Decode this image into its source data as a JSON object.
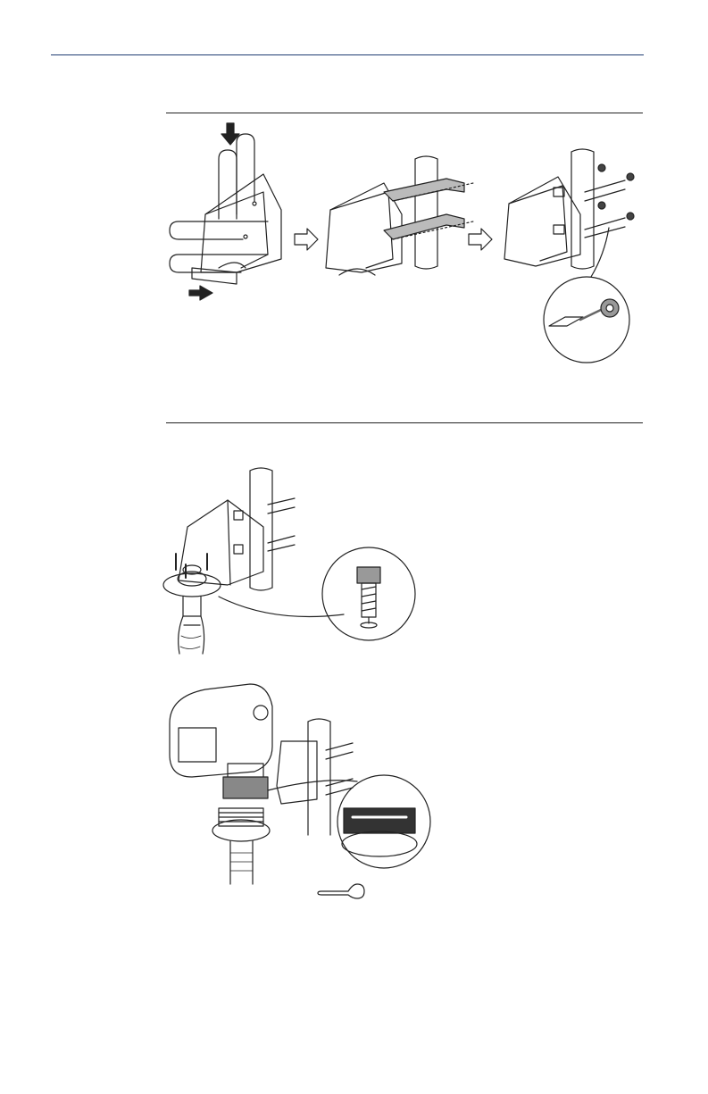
{
  "document": {
    "header_rule_color": "#1f3d73"
  },
  "figures": [
    {
      "id": "bracket-assembly",
      "description_icon": "u-bolt-bracket-sequence"
    },
    {
      "id": "pipe-mount-flange",
      "description_icon": "flange-screws"
    },
    {
      "id": "transmitter-install",
      "description_icon": "transmitter-wrench"
    }
  ]
}
